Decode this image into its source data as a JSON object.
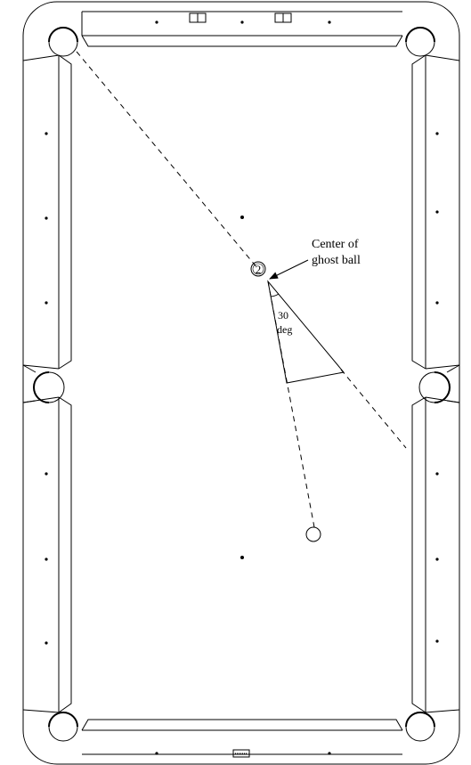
{
  "annotation": {
    "line1": "Center of",
    "line2": "ghost ball"
  },
  "angle": {
    "value": "30",
    "unit": "deg"
  },
  "object_ball": {
    "number": "2"
  },
  "colors": {
    "ink": "#000000",
    "background": "#ffffff"
  }
}
